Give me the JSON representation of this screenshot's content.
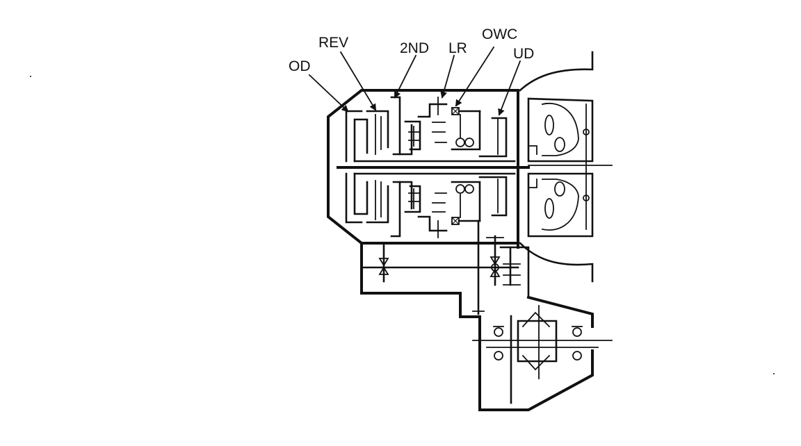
{
  "diagram": {
    "labels": {
      "od": "OD",
      "rev": "REV",
      "second": "2ND",
      "lr": "LR",
      "owc": "OWC",
      "ud": "UD"
    },
    "colors": {
      "ink": "#111111",
      "background": "#ffffff"
    }
  }
}
